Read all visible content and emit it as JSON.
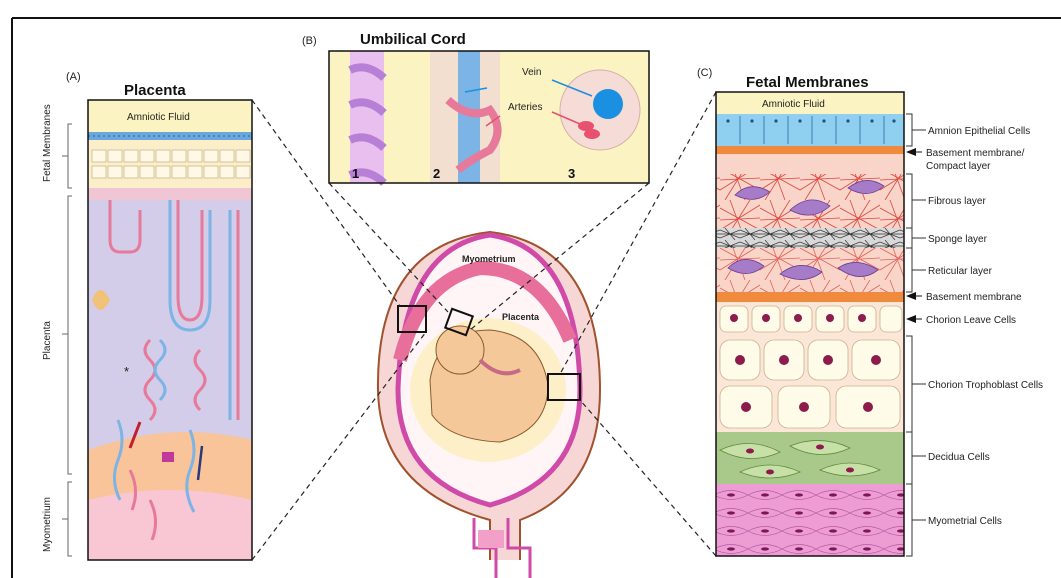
{
  "panel_a": {
    "letter": "(A)",
    "title": "Placenta",
    "amniotic_label": "Amniotic Fluid",
    "side_labels": [
      "Fetal Membranes",
      "Placenta",
      "Myometrium"
    ],
    "asterisk": "*"
  },
  "panel_b": {
    "letter": "(B)",
    "title": "Umbilical Cord",
    "vein_label": "Vein",
    "arteries_label": "Arteries",
    "numbers": [
      "1",
      "2",
      "3"
    ]
  },
  "center": {
    "myometrium_label": "Myometrium",
    "placenta_label": "Placenta"
  },
  "panel_c": {
    "letter": "(C)",
    "title": "Fetal Membranes",
    "amniotic_label": "Amniotic Fluid",
    "layers": [
      "Amnion Epithelial Cells",
      "Basement membrane/",
      "Compact layer",
      "Fibrous layer",
      "Sponge layer",
      "Reticular layer",
      "Basement membrane",
      "Chorion Leave Cells",
      "Chorion Trophoblast Cells",
      "Decidua Cells",
      "Myometrial Cells"
    ]
  },
  "colors": {
    "amniotic": "#fbf3c2",
    "amnion_epithelium": "#8fd0f0",
    "basement": "#f08a3c",
    "fibrous_bg": "#f9d4c8",
    "fiber": "#e0453f",
    "cell_purple": "#a67bc7",
    "trophoblast_bg": "#fbe6d8",
    "nucleus": "#8d1c4d",
    "decidua": "#a9c98b",
    "myometrial": "#ee9cd4",
    "placenta_lilac": "#d3cde9",
    "vessel_blue": "#7cb4e6",
    "vessel_pink": "#e77a9a",
    "fetus": "#f5c89a",
    "uterus_pink": "#f7d6d6"
  }
}
